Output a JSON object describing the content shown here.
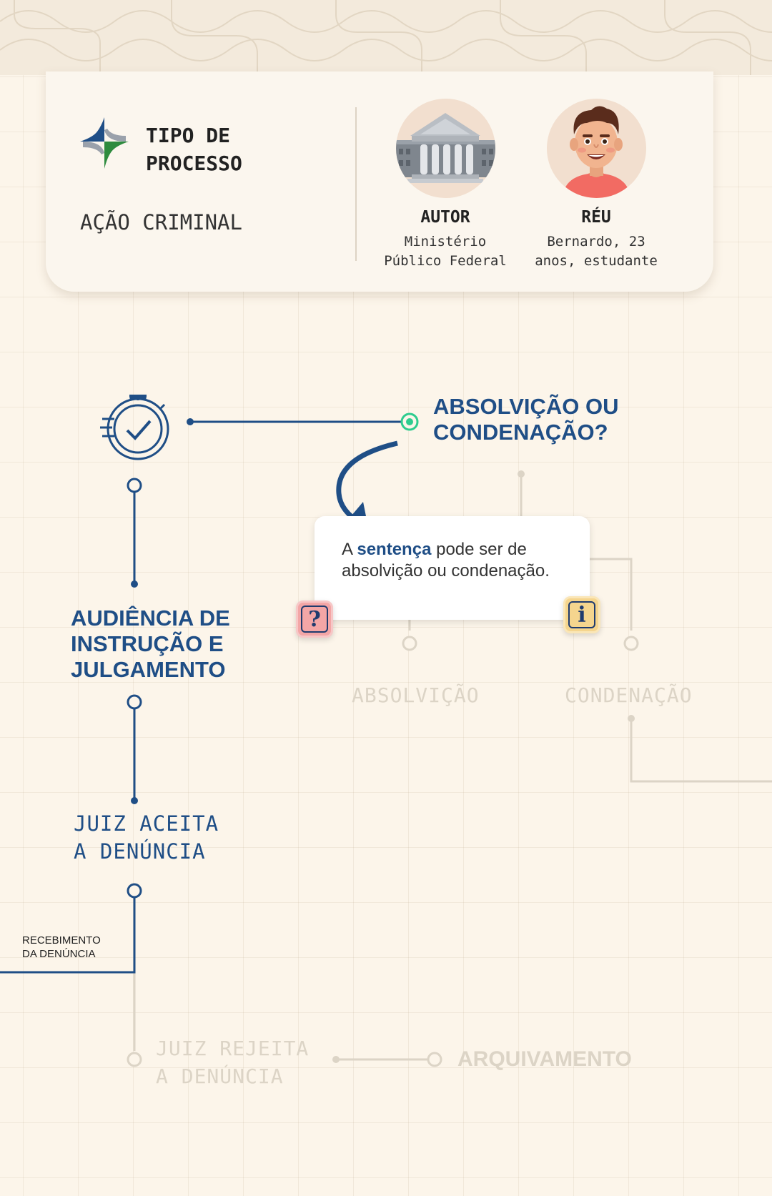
{
  "header": {
    "type_title_line1": "TIPO DE",
    "type_title_line2": "PROCESSO",
    "type_value": "AÇÃO CRIMINAL",
    "author_role": "AUTOR",
    "author_desc_line1": "Ministério",
    "author_desc_line2": "Público Federal",
    "defendant_role": "RÉU",
    "defendant_desc_line1": "Bernardo, 23",
    "defendant_desc_line2": "anos, estudante"
  },
  "flow": {
    "question_line1": "ABSOLVIÇÃO OU",
    "question_line2": "CONDENAÇÃO?",
    "hearing_line1": "AUDIÊNCIA DE",
    "hearing_line2": "INSTRUÇÃO E",
    "hearing_line3": "JULGAMENTO",
    "accepts_line1": "JUIZ ACEITA",
    "accepts_line2": "A DENÚNCIA",
    "receipt_line1": "RECEBIMENTO",
    "receipt_line2": "DA DENÚNCIA",
    "rejects_line1": "JUIZ REJEITA",
    "rejects_line2": "A DENÚNCIA",
    "archive": "ARQUIVAMENTO",
    "acquittal": "ABSOLVIÇÃO",
    "conviction": "CONDENAÇÃO"
  },
  "popup": {
    "text_before": "A ",
    "text_bold": "sentença",
    "text_after": " pode ser de absolvição ou condenação.",
    "question_badge": "?",
    "info_badge": "i"
  },
  "colors": {
    "background": "#fcf5ea",
    "primary_blue": "#1f4e86",
    "active_green": "#2ecc8f",
    "faded": "#dcd4c6",
    "question_badge": "#f3a6a6",
    "info_badge": "#f5d58e"
  },
  "icons": [
    "process-logo-icon",
    "courthouse-icon",
    "defendant-avatar-icon",
    "stopwatch-check-icon",
    "curved-arrow-icon"
  ]
}
